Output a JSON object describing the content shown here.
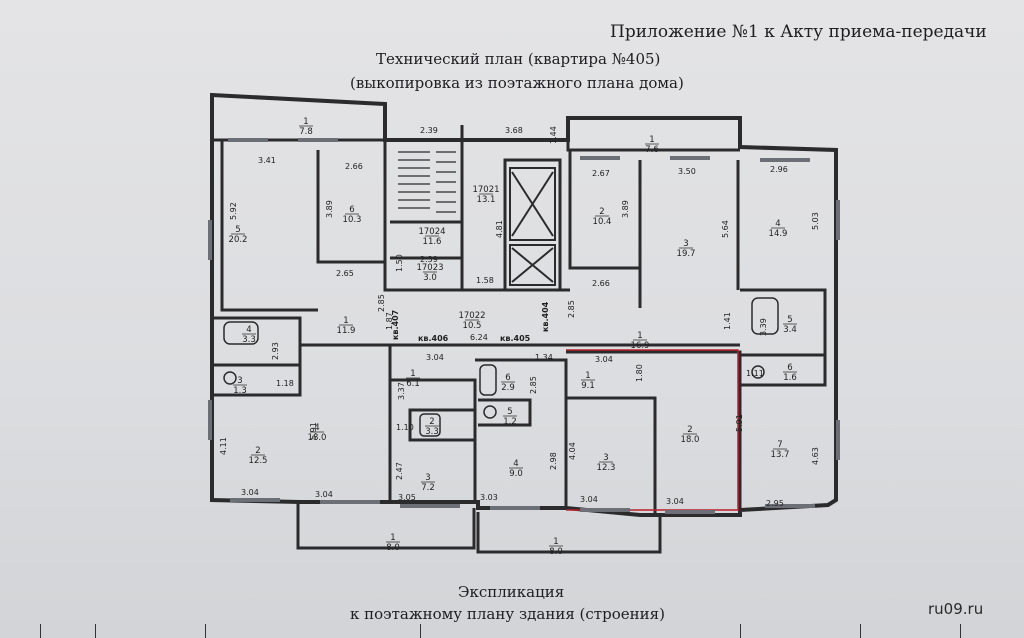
{
  "document": {
    "appendix": "Приложение №1 к Акту приема-передачи",
    "plan_title": "Технический план (квартира №405)",
    "plan_subtitle": "(выкопировка из поэтажного плана дома)",
    "explication_title": "Экспликация",
    "explication_subtitle": "к поэтажному плану здания (строения)",
    "watermark": "ru09.ru"
  },
  "rooms": [
    {
      "num": "1",
      "area": "7.8"
    },
    {
      "num": "5",
      "area": "20.2"
    },
    {
      "num": "6",
      "area": "10.3"
    },
    {
      "num": "17024",
      "area": "11.6"
    },
    {
      "num": "17023",
      "area": "3.0"
    },
    {
      "num": "17021",
      "area": "13.1"
    },
    {
      "num": "17022",
      "area": "10.5"
    },
    {
      "num": "1",
      "area": "7.6"
    },
    {
      "num": "2",
      "area": "10.4"
    },
    {
      "num": "3",
      "area": "19.7"
    },
    {
      "num": "4",
      "area": "14.9"
    },
    {
      "num": "1",
      "area": "11.9"
    },
    {
      "num": "1",
      "area": "16.9"
    },
    {
      "num": "4",
      "area": "3.3"
    },
    {
      "num": "3",
      "area": "1.3"
    },
    {
      "num": "5",
      "area": "3.4"
    },
    {
      "num": "6",
      "area": "1.6"
    },
    {
      "num": "1",
      "area": "6.1"
    },
    {
      "num": "6",
      "area": "2.9"
    },
    {
      "num": "1",
      "area": "9.1"
    },
    {
      "num": "2",
      "area": "3.3"
    },
    {
      "num": "5",
      "area": "1.2"
    },
    {
      "num": "2",
      "area": "12.5"
    },
    {
      "num": "4",
      "area": "18.0"
    },
    {
      "num": "3",
      "area": "7.2"
    },
    {
      "num": "4",
      "area": "9.0"
    },
    {
      "num": "3",
      "area": "12.3"
    },
    {
      "num": "2",
      "area": "18.0"
    },
    {
      "num": "7",
      "area": "13.7"
    },
    {
      "num": "1",
      "area": "8.0"
    },
    {
      "num": "1",
      "area": "8.0"
    }
  ],
  "dimensions": [
    "2.39",
    "3.68",
    "1.44",
    "3.41",
    "2.66",
    "2.67",
    "3.50",
    "2.96",
    "2.65",
    "2.39",
    "1.58",
    "2.66",
    "6.24",
    "1.34",
    "3.04",
    "3.04",
    "1.18",
    "1.10",
    "1.11",
    "3.04",
    "3.04",
    "3.05",
    "3.03",
    "3.04",
    "3.04",
    "2.95",
    "5.92",
    "3.89",
    "1.50",
    "4.81",
    "3.89",
    "5.64",
    "5.03",
    "2.85",
    "1.87",
    "2.85",
    "3.39",
    "1.41",
    "2.93",
    "3.37",
    "5.91",
    "2.85",
    "1.80",
    "5.91",
    "4.11",
    "2.47",
    "2.98",
    "4.04",
    "4.63"
  ],
  "apartments": [
    "кв.407",
    "кв.406",
    "кв.405",
    "кв.404"
  ]
}
